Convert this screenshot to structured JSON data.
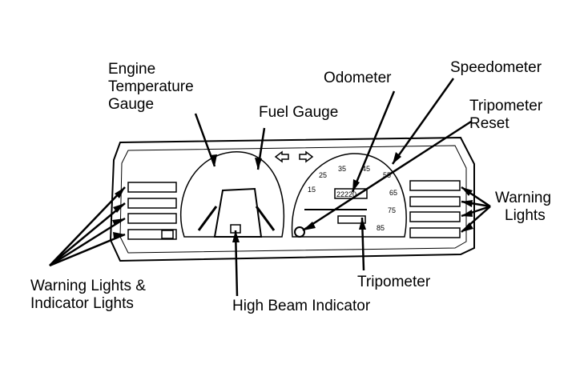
{
  "labels": {
    "engine_temp_line1": "Engine",
    "engine_temp_line2": "Temperature",
    "engine_temp_line3": "Gauge",
    "fuel_gauge": "Fuel Gauge",
    "odometer": "Odometer",
    "speedometer": "Speedometer",
    "tripometer_reset_line1": "Tripometer",
    "tripometer_reset_line2": "Reset",
    "warning_lights_line1": "Warning",
    "warning_lights_line2": "Lights",
    "tripometer": "Tripometer",
    "high_beam_indicator": "High Beam Indicator",
    "warning_indicator_line1": "Warning Lights &",
    "warning_indicator_line2": "Indicator Lights"
  },
  "speed_ticks": [
    "15",
    "25",
    "35",
    "45",
    "55",
    "65",
    "75",
    "85"
  ],
  "odometer_digits": "22220",
  "colors": {
    "ink": "#000000",
    "background": "#ffffff"
  }
}
